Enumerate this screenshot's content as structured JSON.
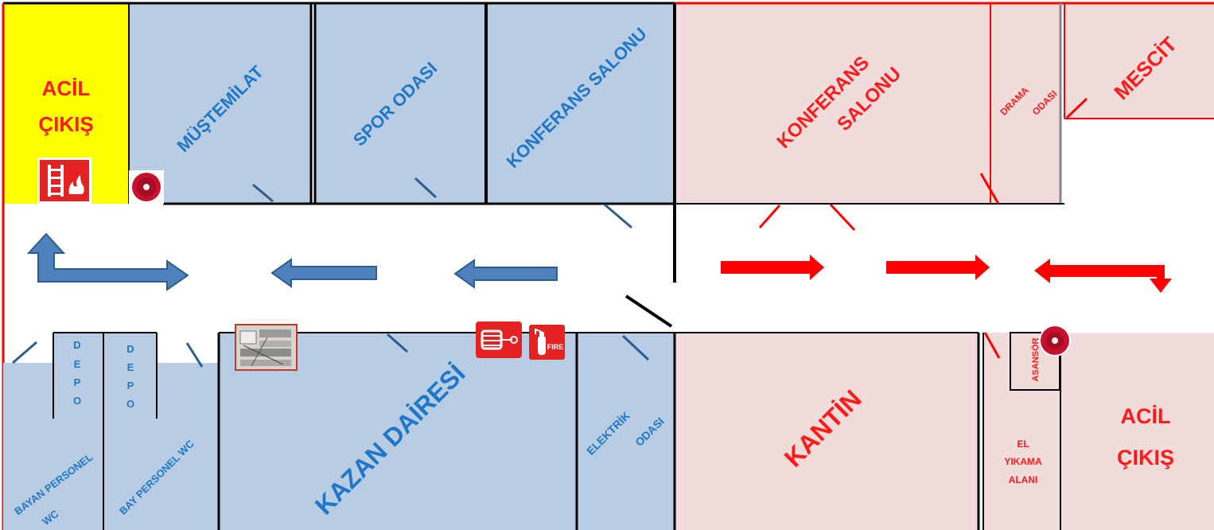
{
  "colors": {
    "blue_room": "#b8cde4",
    "pink_room": "#f2dcdb",
    "exit": "#ffff00",
    "blue_text": "#1f77c9",
    "red_text": "#ff1a1a",
    "blue_arrow": "#4f81bd",
    "red_arrow": "#ff0000"
  },
  "rooms": {
    "acil_cikis_1": {
      "line1": "ACİL",
      "line2": "ÇIKIŞ"
    },
    "mustemilat": "MÜŞTEMİLAT",
    "spor_odasi": "SPOR ODASI",
    "konferans_salonu_blue": "KONFERANS SALONU",
    "konferans_salonu_pink": {
      "line1": "KONFERANS",
      "line2": "SALONU"
    },
    "drama_odasi": {
      "line1": "DRAMA",
      "line2": "ODASI"
    },
    "mescit": "MESCİT",
    "depo_1": [
      "D",
      "E",
      "P",
      "O"
    ],
    "depo_2": [
      "D",
      "E",
      "P",
      "O"
    ],
    "bayan_personel_wc": {
      "line1": "BAYAN PERSONEL",
      "line2": "WC"
    },
    "bay_personel_wc": "BAY PERSONEL WC",
    "kazan_dairesi": "KAZAN DAİRESİ",
    "elektrik_odasi": {
      "line1": "ELEKTRİK",
      "line2": "ODASI"
    },
    "kantin": "KANTİN",
    "el_yikama_alani": {
      "line1": "EL",
      "line2": "YIKAMA",
      "line3": "ALANI"
    },
    "asansor": "ASANSÖR",
    "acil_cikis_2": {
      "line1": "ACİL",
      "line2": "ÇIKIŞ"
    }
  },
  "icons": {
    "fire_escape_ladder": "fire-escape-ladder-icon",
    "smoke_detector": "smoke-detector-icon",
    "fire_hose": "fire-hose-reel-icon",
    "fire_extinguisher": "fire-extinguisher-icon",
    "fire_extinguisher_text": "FIRE",
    "electrical_panel": "electrical-panel-photo"
  }
}
